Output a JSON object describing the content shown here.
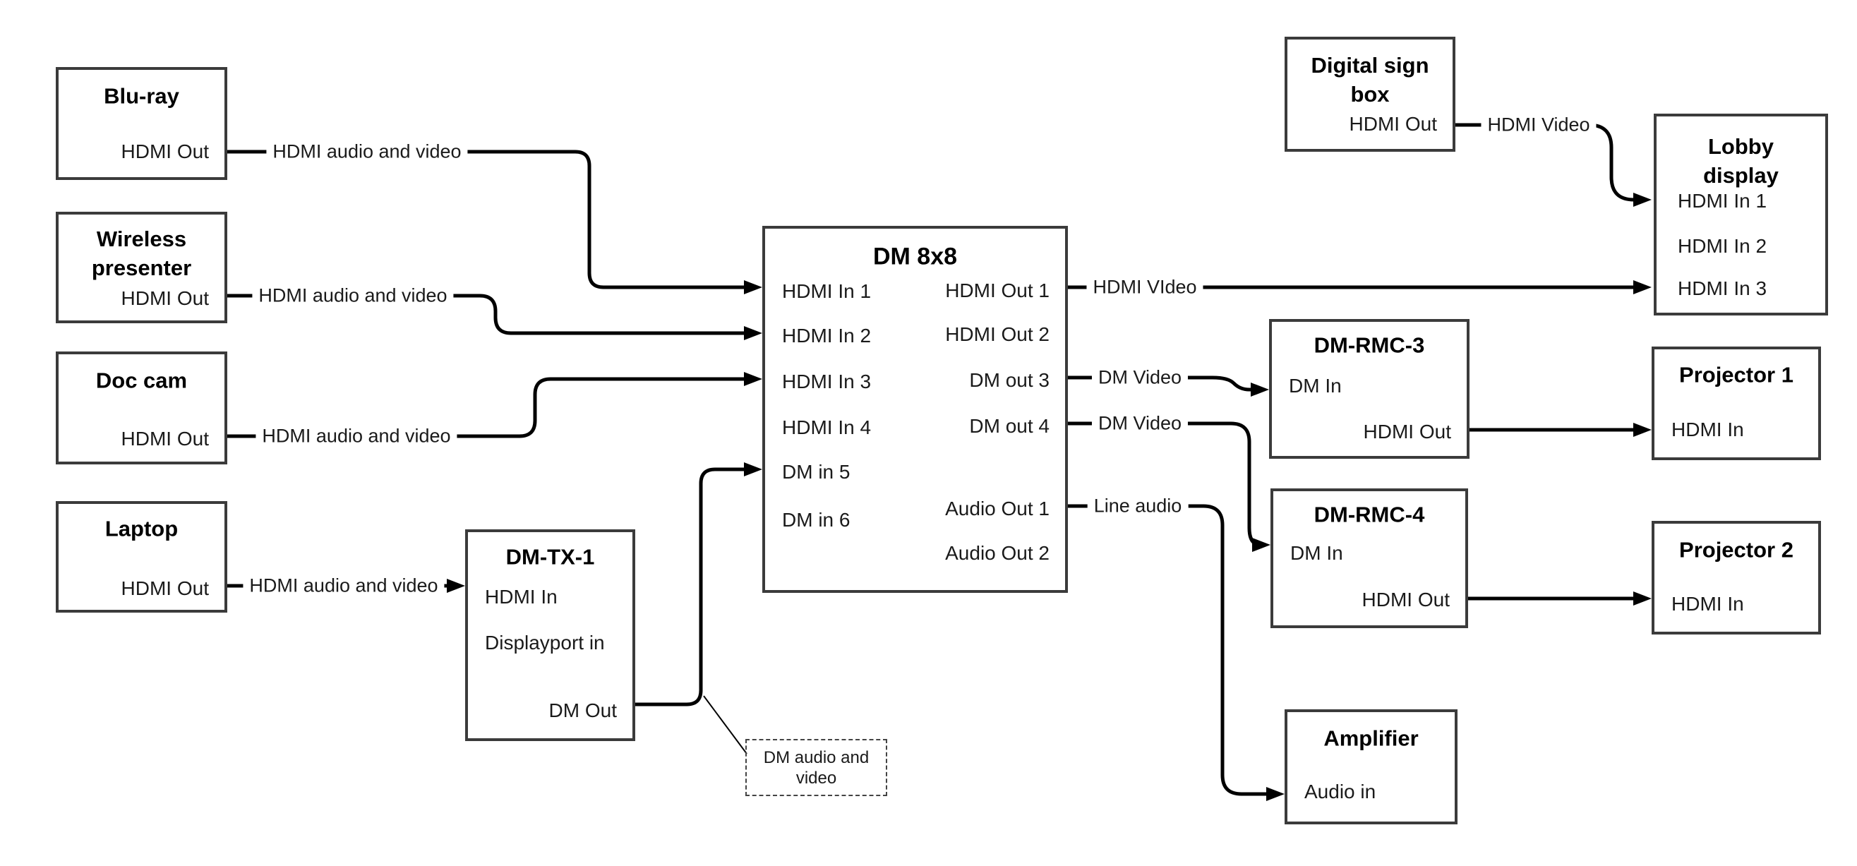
{
  "diagram": {
    "type": "av-signal-flow",
    "colors": {
      "wire": "#000000",
      "box_border": "#3b3b3b",
      "background": "#ffffff",
      "text": "#1a1a1a"
    },
    "nodes": {
      "bluray": {
        "title": "Blu-ray",
        "ports": [
          "HDMI Out"
        ]
      },
      "wireless": {
        "title_lines": [
          "Wireless",
          "presenter"
        ],
        "ports": [
          "HDMI Out"
        ]
      },
      "doccam": {
        "title": "Doc cam",
        "ports": [
          "HDMI Out"
        ]
      },
      "laptop": {
        "title": "Laptop",
        "ports": [
          "HDMI Out"
        ]
      },
      "dmtx1": {
        "title": "DM-TX-1",
        "ports": [
          "HDMI In",
          "Displayport in",
          "DM Out"
        ]
      },
      "dm8x8": {
        "title": "DM 8x8",
        "ports_left": [
          "HDMI In 1",
          "HDMI In 2",
          "HDMI In 3",
          "HDMI In 4",
          "DM in 5",
          "DM in 6"
        ],
        "ports_right": [
          "HDMI Out 1",
          "HDMI Out 2",
          "DM out 3",
          "DM out 4",
          "Audio Out 1",
          "Audio Out 2"
        ]
      },
      "digisign": {
        "title_lines": [
          "Digital sign",
          "box"
        ],
        "ports": [
          "HDMI Out"
        ]
      },
      "lobby": {
        "title_lines": [
          "Lobby",
          "display"
        ],
        "ports": [
          "HDMI In 1",
          "HDMI In 2",
          "HDMI In 3"
        ]
      },
      "dmrmc3": {
        "title": "DM-RMC-3",
        "ports": [
          "DM In",
          "HDMI Out"
        ]
      },
      "proj1": {
        "title": "Projector 1",
        "ports": [
          "HDMI In"
        ]
      },
      "dmrmc4": {
        "title": "DM-RMC-4",
        "ports": [
          "DM In",
          "HDMI Out"
        ]
      },
      "proj2": {
        "title": "Projector 2",
        "ports": [
          "HDMI In"
        ]
      },
      "amp": {
        "title": "Amplifier",
        "ports": [
          "Audio in"
        ]
      }
    },
    "wire_labels": {
      "bluray_to_dm": "HDMI audio and video",
      "wireless_to_dm": "HDMI audio and video",
      "doccam_to_dm": "HDMI audio and video",
      "laptop_to_tx": "HDMI audio and video",
      "out1_to_lobby": "HDMI VIdeo",
      "digisign_to_lobby": "HDMI Video",
      "out3_to_rmc3": "DM Video",
      "out4_to_rmc4": "DM Video",
      "audio1_to_amp": "Line audio"
    },
    "annotation": {
      "lines": [
        "DM audio and",
        "video"
      ]
    }
  }
}
